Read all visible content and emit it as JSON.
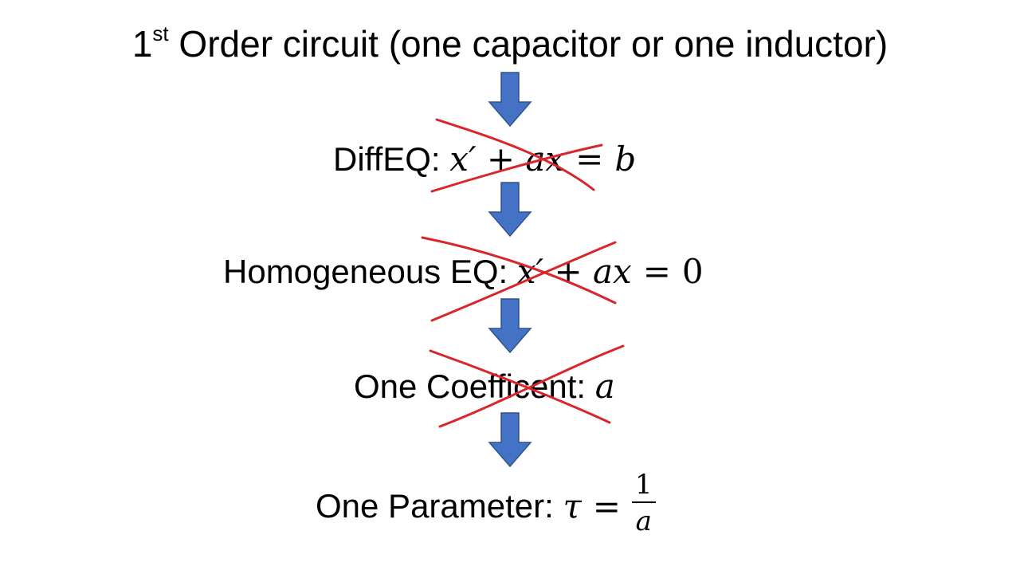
{
  "title": {
    "pre": "1",
    "sup": "st",
    "post": " Order circuit (one capacitor or one inductor)"
  },
  "steps": {
    "diffeq": {
      "label": "DiffEQ: ",
      "m1": "x′ + ax",
      "eq": "=",
      "m2": "b"
    },
    "homogeneous": {
      "label": "Homogeneous EQ: ",
      "m1": "x′ + ax",
      "eq": "=",
      "m2": "0"
    },
    "coefficient": {
      "label": "One Coefficent: ",
      "m1": "a"
    },
    "parameter": {
      "label": "One Parameter: ",
      "m1": "τ",
      "eq": "=",
      "num": "1",
      "den": "a"
    }
  },
  "colors": {
    "arrow_fill": "#4472C4",
    "arrow_stroke": "#2F528F",
    "strike": "#D9262C",
    "text": "#000000"
  }
}
